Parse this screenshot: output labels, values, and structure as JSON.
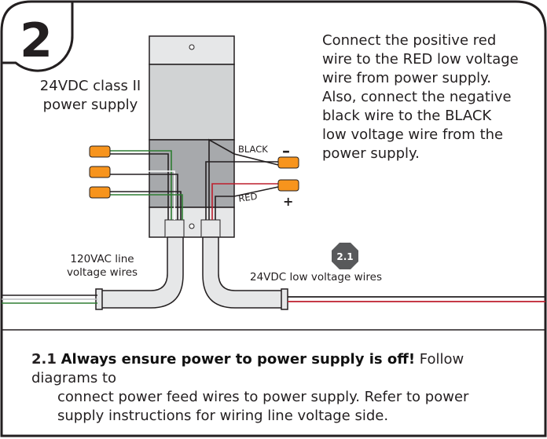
{
  "step": {
    "number": "2",
    "badge": "2.1"
  },
  "labels": {
    "power_supply": [
      "24VDC class II",
      "power supply"
    ],
    "instruction": [
      "Connect the positive red",
      "wire to the RED low voltage",
      "wire from power supply.",
      "Also, connect the negative",
      "black wire to the BLACK",
      "low voltage wire from the",
      "power supply."
    ],
    "black_wire": "BLACK",
    "red_wire": "RED",
    "minus": "–",
    "plus": "+",
    "line_voltage": [
      "120VAC line",
      "voltage wires"
    ],
    "low_voltage": "24VDC low voltage wires"
  },
  "note": {
    "number": "2.1",
    "warning": "Always ensure power to power supply is off!",
    "line1_rest": "Follow diagrams to",
    "line2": "connect power feed wires to power supply. Refer to power",
    "line3": "supply instructions for wiring line voltage side."
  },
  "colors": {
    "outline": "#231f20",
    "housing": "#e6e7e8",
    "panel": "#a7a9ac",
    "connector": "#f7941d",
    "red_wire": "#be1e2d",
    "green_wire": "#2e7d32",
    "badge": "#58595b"
  }
}
